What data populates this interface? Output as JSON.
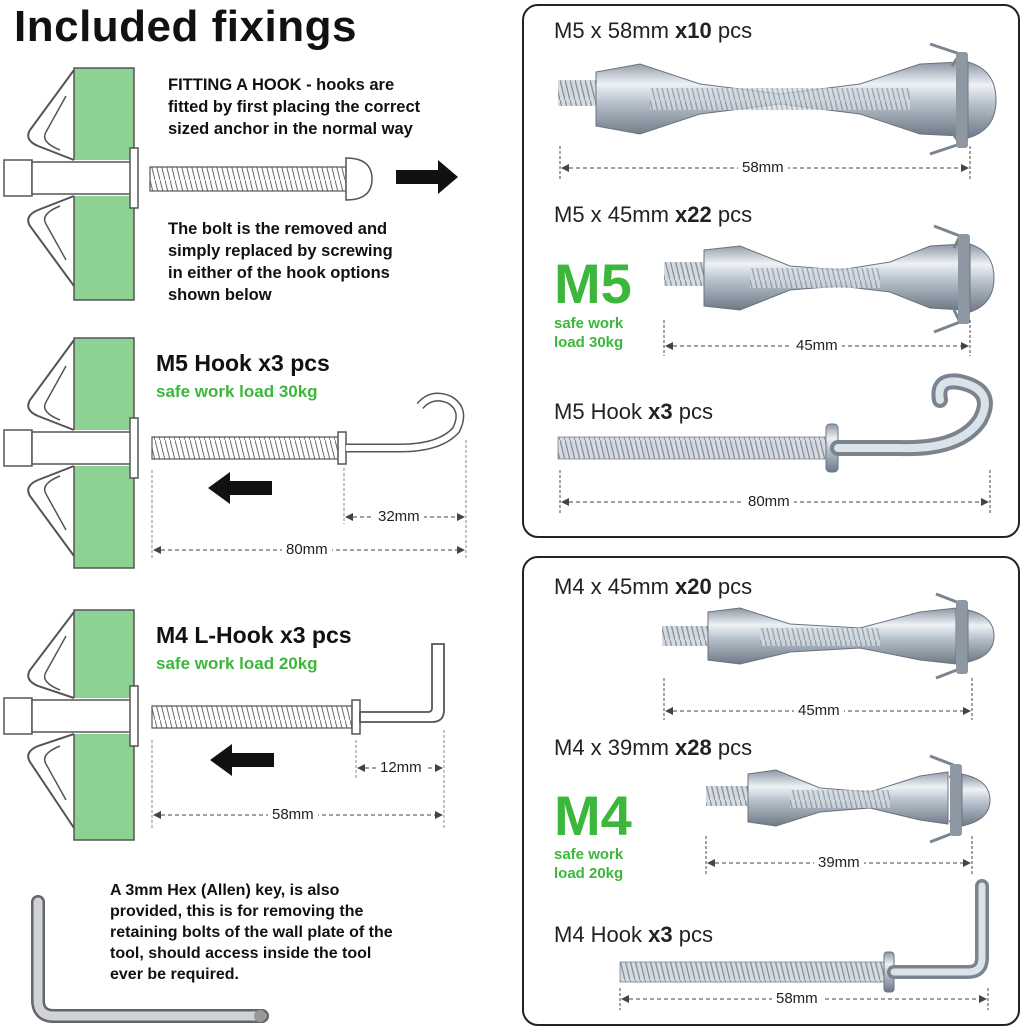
{
  "title": "Included fixings",
  "left": {
    "fitting_text": "FITTING A HOOK - hooks are fitted by first placing the correct sized anchor in the normal way",
    "fitting_lines": [
      "FITTING A HOOK - hooks are",
      "fitted by first placing the correct",
      "sized anchor in the normal way"
    ],
    "bolt_lines": [
      "The bolt is the removed and",
      "simply replaced by screwing",
      "in either of the hook options",
      "shown below"
    ],
    "m5_hook": {
      "title": "M5 Hook x3 pcs",
      "swl": "safe work load 30kg",
      "dim_short": "32mm",
      "dim_long": "80mm"
    },
    "m4_hook": {
      "title": "M4 L-Hook x3 pcs",
      "swl": "safe work load 20kg",
      "dim_short": "12mm",
      "dim_long": "58mm"
    },
    "hex_lines": [
      "A 3mm Hex (Allen) key, is also",
      "provided, this is for removing the",
      "retaining bolts of the wall plate of the",
      "tool, should access inside the tool",
      "ever be required."
    ]
  },
  "right_top": {
    "item1": {
      "pre": "M5 x 58mm ",
      "qty": "x10",
      "post": " pcs",
      "dim": "58mm"
    },
    "item2": {
      "pre": "M5 x 45mm ",
      "qty": "x22",
      "post": " pcs",
      "dim": "45mm"
    },
    "size": "M5",
    "swl_lines": [
      "safe work",
      "load 30kg"
    ],
    "item3": {
      "pre": "M5 Hook ",
      "qty": "x3",
      "post": " pcs",
      "dim": "80mm"
    }
  },
  "right_bottom": {
    "item1": {
      "pre": "M4 x 45mm ",
      "qty": "x20",
      "post": " pcs",
      "dim": "45mm"
    },
    "item2": {
      "pre": "M4 x 39mm ",
      "qty": "x28",
      "post": " pcs",
      "dim": "39mm"
    },
    "size": "M4",
    "swl_lines": [
      "safe work",
      "load 20kg"
    ],
    "item3": {
      "pre": "M4 Hook ",
      "qty": "x3",
      "post": " pcs",
      "dim": "58mm"
    }
  },
  "colors": {
    "green": "#3bb73b",
    "wall": "#8ed293",
    "metal": "#bcc6d0"
  }
}
